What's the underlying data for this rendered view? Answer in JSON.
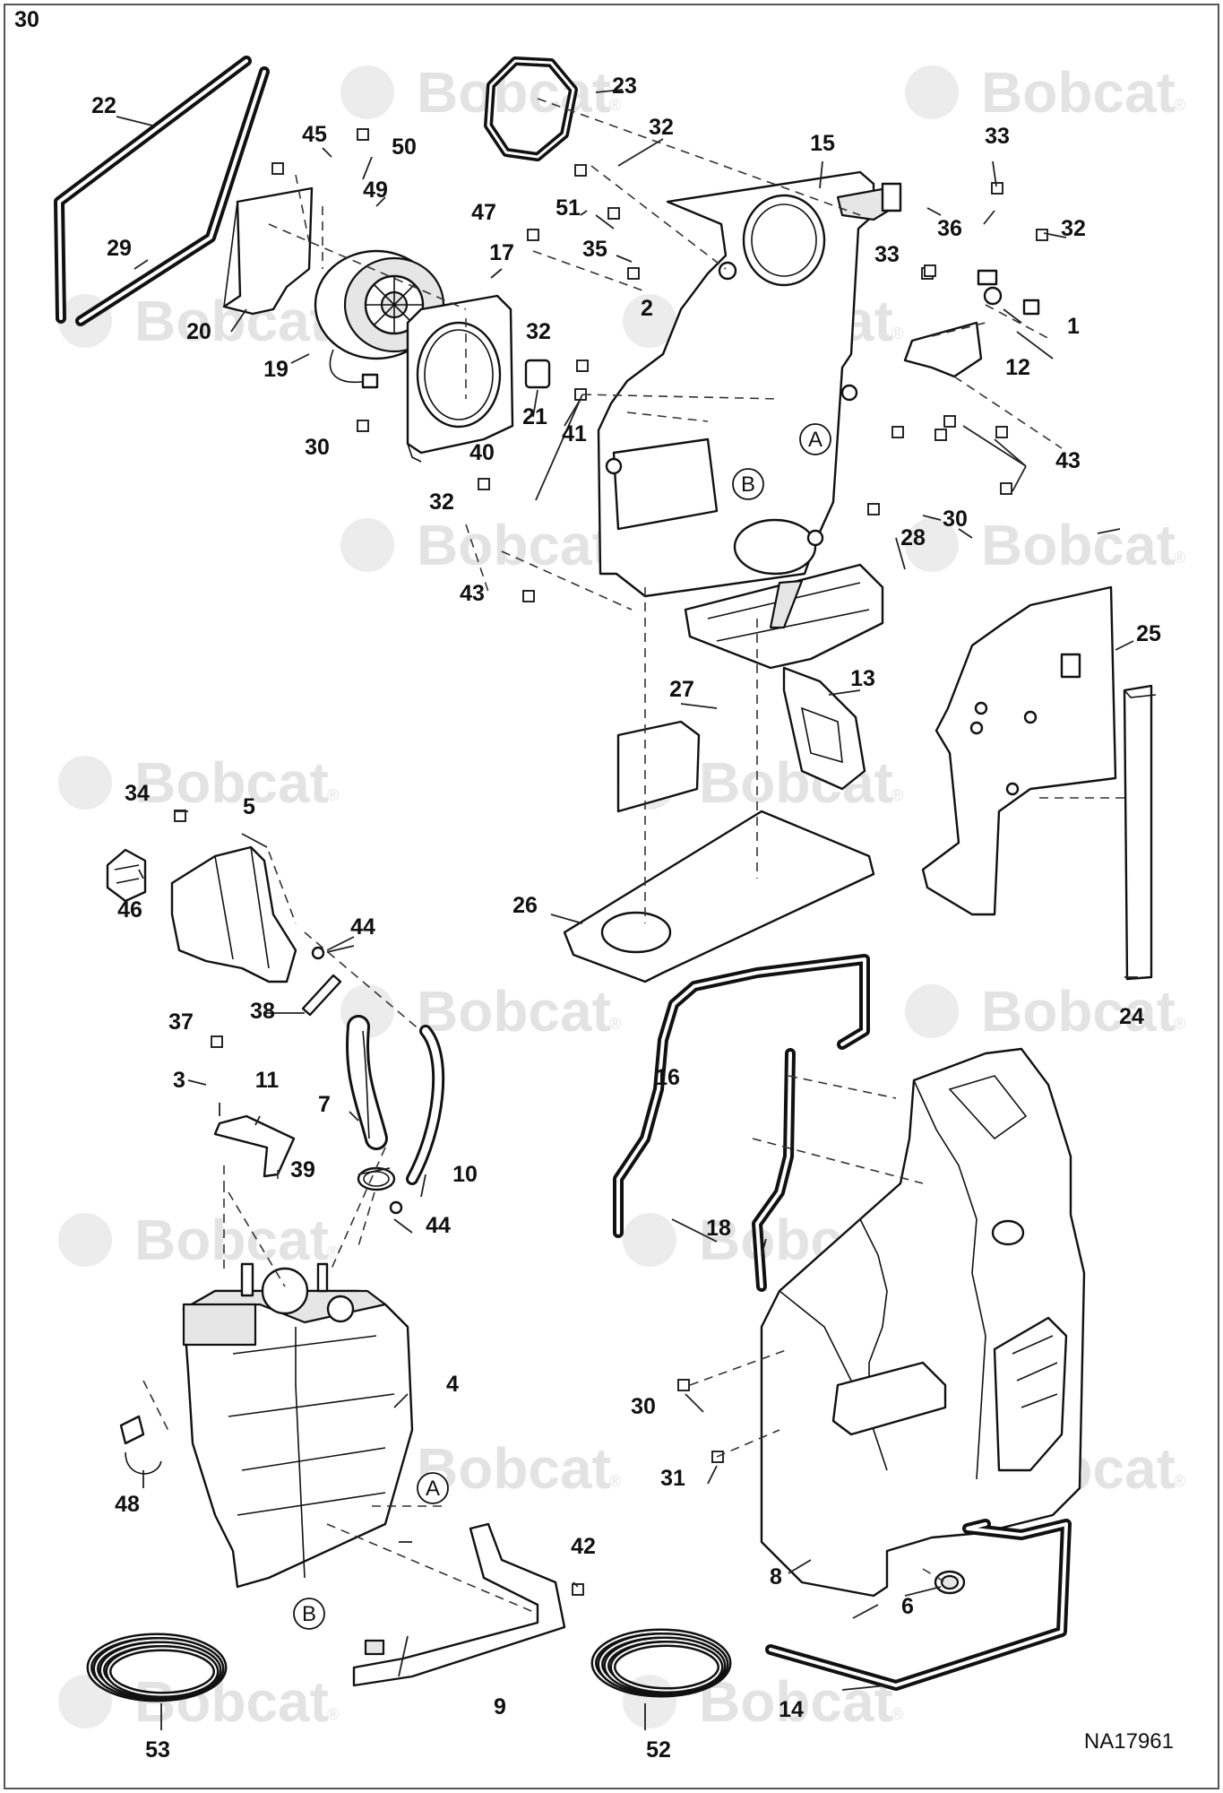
{
  "watermark": {
    "brand": "Bobcat",
    "mark": "®"
  },
  "figure_id": "NA17961",
  "callouts": [
    "1",
    "2",
    "3",
    "4",
    "5",
    "6",
    "7",
    "8",
    "9",
    "10",
    "11",
    "12",
    "13",
    "14",
    "15",
    "16",
    "17",
    "18",
    "19",
    "20",
    "21",
    "22",
    "23",
    "24",
    "25",
    "26",
    "27",
    "28",
    "29",
    "30",
    "30",
    "30",
    "30",
    "31",
    "32",
    "32",
    "32",
    "32",
    "33",
    "33",
    "34",
    "35",
    "36",
    "37",
    "38",
    "39",
    "40",
    "41",
    "42",
    "43",
    "43",
    "44",
    "44",
    "45",
    "46",
    "47",
    "48",
    "49",
    "50",
    "51",
    "52",
    "53"
  ],
  "reference_markers": [
    "A",
    "B",
    "A",
    "B"
  ]
}
